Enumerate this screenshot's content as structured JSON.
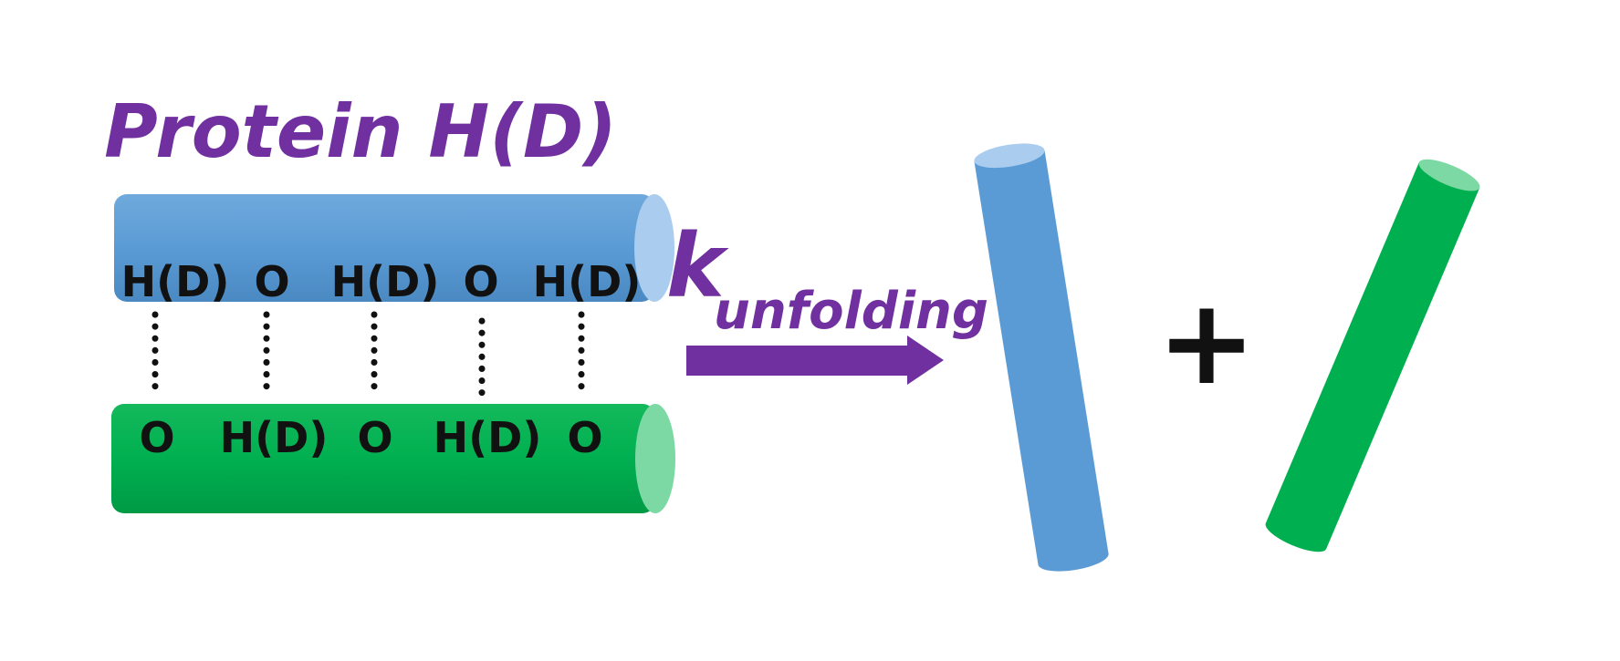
{
  "title": "Protein H(D)",
  "top_helix": {
    "color": "#5B9BD5",
    "labels": [
      "H(D)",
      "O",
      "H(D)",
      "O",
      "H(D)"
    ]
  },
  "bottom_helix": {
    "color": "#00B050",
    "labels": [
      "O",
      "H(D)",
      "O",
      "H(D)",
      "O"
    ]
  },
  "rate": {
    "symbol": "k",
    "subscript": "unfolding"
  },
  "operator": "+",
  "colors": {
    "accent": "#7030A0",
    "label_text": "#111111",
    "bond_dots": "#111111"
  }
}
